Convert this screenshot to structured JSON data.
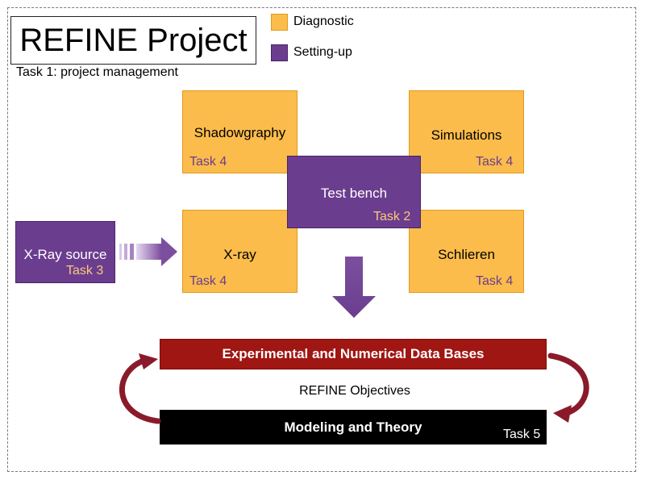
{
  "title": "REFINE Project",
  "subtitle": "Task 1: project management",
  "legend": [
    {
      "label": "Diagnostic",
      "color": "#fbbc4b"
    },
    {
      "label": "Setting-up",
      "color": "#6b3d8f"
    }
  ],
  "boxes": {
    "shadowgraphy": {
      "label": "Shadowgraphy",
      "task": "Task 4"
    },
    "simulations": {
      "label": "Simulations",
      "task": "Task 4"
    },
    "test_bench": {
      "label": "Test bench",
      "task": "Task 2"
    },
    "xray_source": {
      "label": "X-Ray source",
      "task": "Task 3"
    },
    "xray": {
      "label": "X-ray",
      "task": "Task 4"
    },
    "schlieren": {
      "label": "Schlieren",
      "task": "Task 4"
    }
  },
  "bottom": {
    "data_bases": "Experimental and Numerical Data Bases",
    "objectives": "REFINE Objectives",
    "modeling": "Modeling and Theory",
    "task": "Task 5"
  },
  "colors": {
    "diagnostic": "#fbbc4b",
    "setting_up": "#6b3d8f",
    "data_bases_bar": "#a01612",
    "modeling_bar": "#000000",
    "curved_arrow": "#8a1a2a"
  }
}
